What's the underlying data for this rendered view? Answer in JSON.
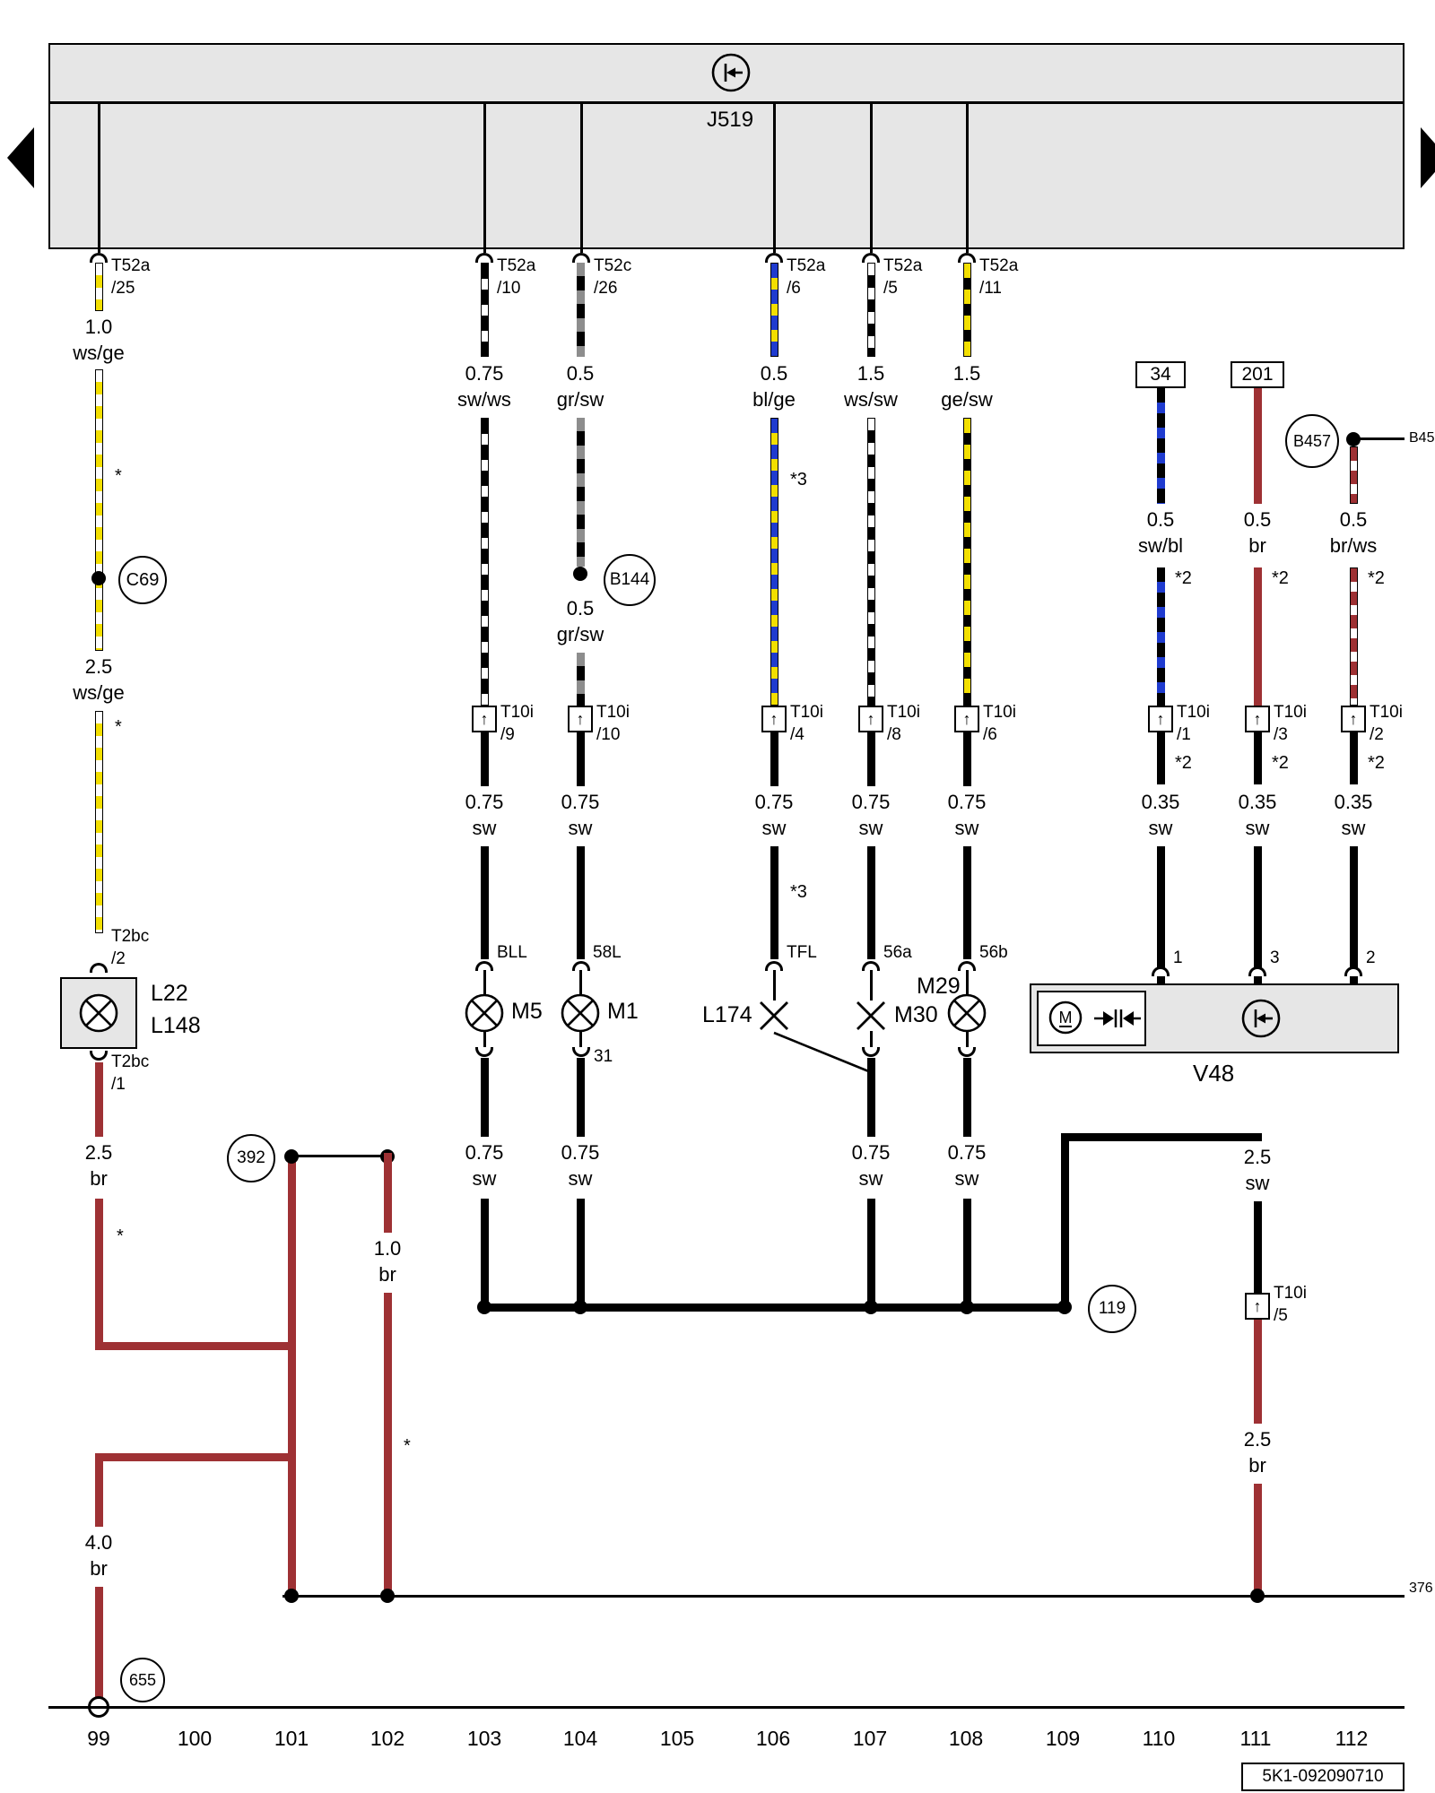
{
  "unit": {
    "label": "J519"
  },
  "icons": {
    "connector_arrow": "↑",
    "motor_m": "M"
  },
  "edge": {
    "right_top": "B45",
    "right_bottom": "376"
  },
  "nodes": {
    "c69": "C69",
    "b144": "B144",
    "b457": "B457",
    "j392": "392",
    "j119": "119",
    "g655": "655"
  },
  "sources": {
    "box34": "34",
    "box201": "201"
  },
  "motor": {
    "label": "V48"
  },
  "footer": {
    "part_number": "5K1-092090710"
  },
  "ruler": [
    "99",
    "100",
    "101",
    "102",
    "103",
    "104",
    "105",
    "106",
    "107",
    "108",
    "109",
    "110",
    "111",
    "112"
  ],
  "notes": {
    "star": "*",
    "star2": "*2",
    "star3": "*3"
  },
  "w1": {
    "term": "T52a",
    "term_pin": "/25",
    "seg1_gauge": "1.0",
    "seg1_color": "ws/ge",
    "seg2_gauge": "2.5",
    "seg2_color": "ws/ge",
    "conn_top": "T2bc",
    "conn_top_pin": "/2",
    "lamp_a": "L22",
    "lamp_b": "L148",
    "conn_bot": "T2bc",
    "conn_bot_pin": "/1",
    "seg3_gauge": "2.5",
    "seg3_color": "br",
    "seg4_gauge": "4.0",
    "seg4_color": "br"
  },
  "w11": {
    "seg1_gauge": "1.0",
    "seg1_color": "br"
  },
  "w2": {
    "term": "T52a",
    "term_pin": "/10",
    "seg1_gauge": "0.75",
    "seg1_color": "sw/ws",
    "conn": "T10i",
    "conn_pin": "/9",
    "seg2_gauge": "0.75",
    "seg2_color": "sw",
    "pin_label": "BLL",
    "lamp": "M5",
    "seg3_gauge": "0.75",
    "seg3_color": "sw"
  },
  "w3": {
    "term": "T52c",
    "term_pin": "/26",
    "seg1_gauge": "0.5",
    "seg1_color": "gr/sw",
    "seg1b_gauge": "0.5",
    "seg1b_color": "gr/sw",
    "conn": "T10i",
    "conn_pin": "/10",
    "seg2_gauge": "0.75",
    "seg2_color": "sw",
    "pin_label": "58L",
    "lamp": "M1",
    "pin_label_bot": "31",
    "seg3_gauge": "0.75",
    "seg3_color": "sw"
  },
  "w4": {
    "term": "T52a",
    "term_pin": "/6",
    "seg1_gauge": "0.5",
    "seg1_color": "bl/ge",
    "conn": "T10i",
    "conn_pin": "/4",
    "seg2_gauge": "0.75",
    "seg2_color": "sw",
    "pin_label": "TFL",
    "lamp": "L174"
  },
  "w5": {
    "term": "T52a",
    "term_pin": "/5",
    "seg1_gauge": "1.5",
    "seg1_color": "ws/sw",
    "conn": "T10i",
    "conn_pin": "/8",
    "seg2_gauge": "0.75",
    "seg2_color": "sw",
    "pin_label": "56a",
    "lamp": "M30",
    "seg3_gauge": "0.75",
    "seg3_color": "sw"
  },
  "w6": {
    "term": "T52a",
    "term_pin": "/11",
    "seg1_gauge": "1.5",
    "seg1_color": "ge/sw",
    "conn": "T10i",
    "conn_pin": "/6",
    "seg2_gauge": "0.75",
    "seg2_color": "sw",
    "pin_label": "56b",
    "lamp": "M29",
    "seg3_gauge": "0.75",
    "seg3_color": "sw"
  },
  "w7": {
    "seg1_gauge": "0.5",
    "seg1_color": "sw/bl",
    "conn": "T10i",
    "conn_pin": "/1",
    "seg2_gauge": "0.35",
    "seg2_color": "sw",
    "v_pin": "1"
  },
  "w8": {
    "seg1_gauge": "0.5",
    "seg1_color": "br",
    "conn": "T10i",
    "conn_pin": "/3",
    "seg2_gauge": "0.35",
    "seg2_color": "sw",
    "v_pin": "3"
  },
  "w9": {
    "seg1_gauge": "0.5",
    "seg1_color": "br/ws",
    "conn": "T10i",
    "conn_pin": "/2",
    "seg2_gauge": "0.35",
    "seg2_color": "sw",
    "v_pin": "2"
  },
  "w10": {
    "seg1_gauge": "2.5",
    "seg1_color": "sw",
    "conn": "T10i",
    "conn_pin": "/5",
    "seg2_gauge": "2.5",
    "seg2_color": "br"
  }
}
